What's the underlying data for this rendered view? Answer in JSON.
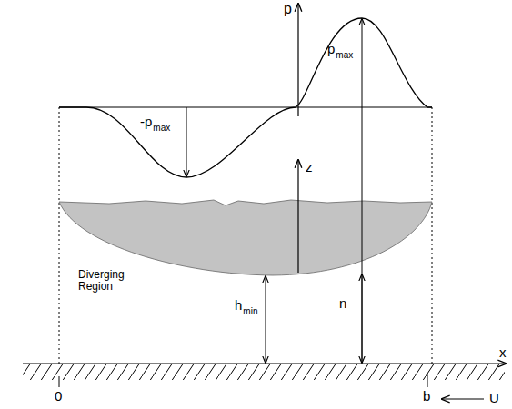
{
  "diagram": {
    "labels": [
      "p",
      "p",
      "max",
      "-p",
      "max",
      "z",
      "Diverging Region",
      "h",
      "min",
      "n",
      "x",
      "0",
      "b",
      "U"
    ]
  }
}
